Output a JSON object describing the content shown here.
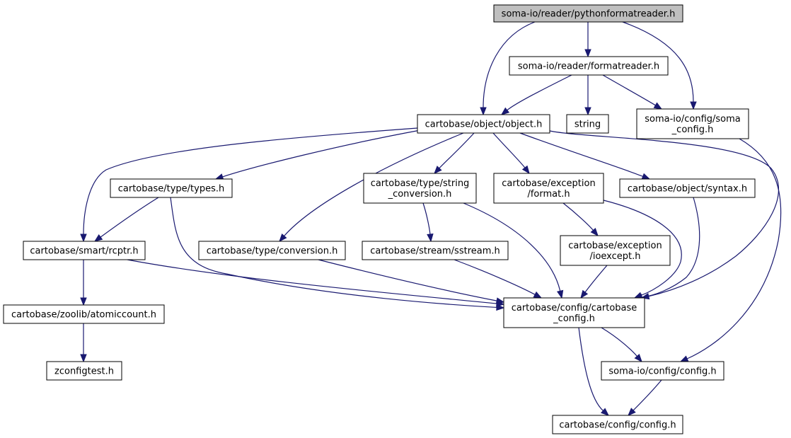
{
  "colors": {
    "edge": "#191970",
    "node_border": "#000000",
    "node_fill": "#ffffff",
    "root_fill": "#bfbfbf",
    "external_border": "#bfbfbf"
  },
  "nodes": [
    {
      "id": "pythonformatreader",
      "lines": [
        "soma-io/reader/pythonformatreader.h"
      ],
      "kind": "root"
    },
    {
      "id": "formatreader",
      "lines": [
        "soma-io/reader/formatreader.h"
      ],
      "kind": "normal"
    },
    {
      "id": "object",
      "lines": [
        "cartobase/object/object.h"
      ],
      "kind": "normal"
    },
    {
      "id": "string",
      "lines": [
        "string"
      ],
      "kind": "external"
    },
    {
      "id": "soma_config",
      "lines": [
        "soma-io/config/soma",
        "_config.h"
      ],
      "kind": "normal"
    },
    {
      "id": "types",
      "lines": [
        "cartobase/type/types.h"
      ],
      "kind": "normal"
    },
    {
      "id": "string_conversion",
      "lines": [
        "cartobase/type/string",
        "_conversion.h"
      ],
      "kind": "normal"
    },
    {
      "id": "format",
      "lines": [
        "cartobase/exception",
        "/format.h"
      ],
      "kind": "normal"
    },
    {
      "id": "syntax",
      "lines": [
        "cartobase/object/syntax.h"
      ],
      "kind": "normal"
    },
    {
      "id": "rcptr",
      "lines": [
        "cartobase/smart/rcptr.h"
      ],
      "kind": "normal"
    },
    {
      "id": "conversion",
      "lines": [
        "cartobase/type/conversion.h"
      ],
      "kind": "normal"
    },
    {
      "id": "sstream",
      "lines": [
        "cartobase/stream/sstream.h"
      ],
      "kind": "normal"
    },
    {
      "id": "ioexcept",
      "lines": [
        "cartobase/exception",
        "/ioexcept.h"
      ],
      "kind": "normal"
    },
    {
      "id": "atomiccount",
      "lines": [
        "cartobase/zoolib/atomiccount.h"
      ],
      "kind": "normal"
    },
    {
      "id": "cartobase_config",
      "lines": [
        "cartobase/config/cartobase",
        "_config.h"
      ],
      "kind": "normal"
    },
    {
      "id": "zconfigtest",
      "lines": [
        "zconfigtest.h"
      ],
      "kind": "normal"
    },
    {
      "id": "somaio_config",
      "lines": [
        "soma-io/config/config.h"
      ],
      "kind": "normal"
    },
    {
      "id": "cartobase_config_config",
      "lines": [
        "cartobase/config/config.h"
      ],
      "kind": "normal"
    }
  ],
  "edges": [
    {
      "from": "pythonformatreader",
      "to": "formatreader"
    },
    {
      "from": "pythonformatreader",
      "to": "object"
    },
    {
      "from": "pythonformatreader",
      "to": "soma_config"
    },
    {
      "from": "formatreader",
      "to": "object"
    },
    {
      "from": "formatreader",
      "to": "string"
    },
    {
      "from": "formatreader",
      "to": "soma_config"
    },
    {
      "from": "object",
      "to": "types"
    },
    {
      "from": "object",
      "to": "string_conversion"
    },
    {
      "from": "object",
      "to": "format"
    },
    {
      "from": "object",
      "to": "syntax"
    },
    {
      "from": "object",
      "to": "rcptr"
    },
    {
      "from": "object",
      "to": "conversion"
    },
    {
      "from": "object",
      "to": "cartobase_config"
    },
    {
      "from": "types",
      "to": "rcptr"
    },
    {
      "from": "types",
      "to": "cartobase_config"
    },
    {
      "from": "string_conversion",
      "to": "sstream"
    },
    {
      "from": "string_conversion",
      "to": "cartobase_config"
    },
    {
      "from": "format",
      "to": "ioexcept"
    },
    {
      "from": "format",
      "to": "cartobase_config"
    },
    {
      "from": "syntax",
      "to": "cartobase_config"
    },
    {
      "from": "rcptr",
      "to": "atomiccount"
    },
    {
      "from": "rcptr",
      "to": "cartobase_config"
    },
    {
      "from": "conversion",
      "to": "cartobase_config"
    },
    {
      "from": "sstream",
      "to": "cartobase_config"
    },
    {
      "from": "ioexcept",
      "to": "cartobase_config"
    },
    {
      "from": "atomiccount",
      "to": "zconfigtest"
    },
    {
      "from": "soma_config",
      "to": "somaio_config"
    },
    {
      "from": "cartobase_config",
      "to": "somaio_config"
    },
    {
      "from": "cartobase_config",
      "to": "cartobase_config_config"
    },
    {
      "from": "somaio_config",
      "to": "cartobase_config_config"
    }
  ]
}
